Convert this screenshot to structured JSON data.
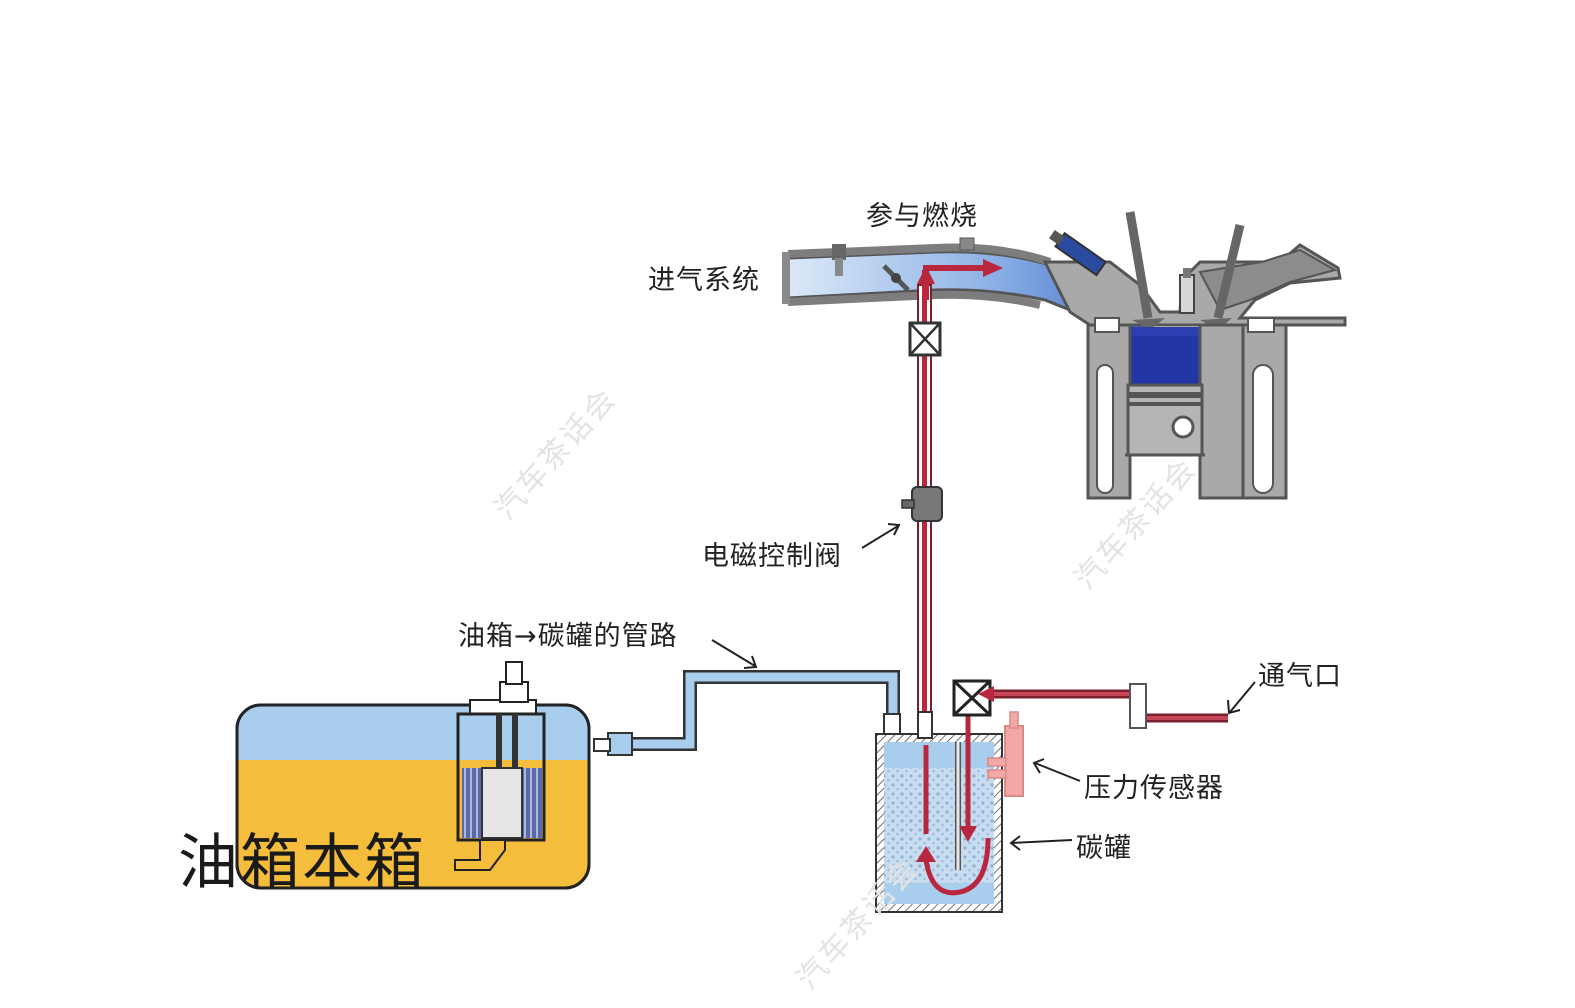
{
  "labels": {
    "combustion": "参与燃烧",
    "intake": "进气系统",
    "solenoid": "电磁控制阀",
    "pipe": "油箱→碳罐的管路",
    "vent": "通气口",
    "pressure_sensor": "压力传感器",
    "canister": "碳罐",
    "tank": "油箱本箱"
  },
  "watermark": "汽车茶话会",
  "colors": {
    "fuel": "#f4bd3c",
    "vapor": "#a9cdec",
    "purge_flow": "#b9273f",
    "engine_gray": "#8c8c8c",
    "intake_blue": "#3f70cc",
    "combustion_blue": "#2b3fb0",
    "pressure_sensor": "#f2a9a6"
  }
}
